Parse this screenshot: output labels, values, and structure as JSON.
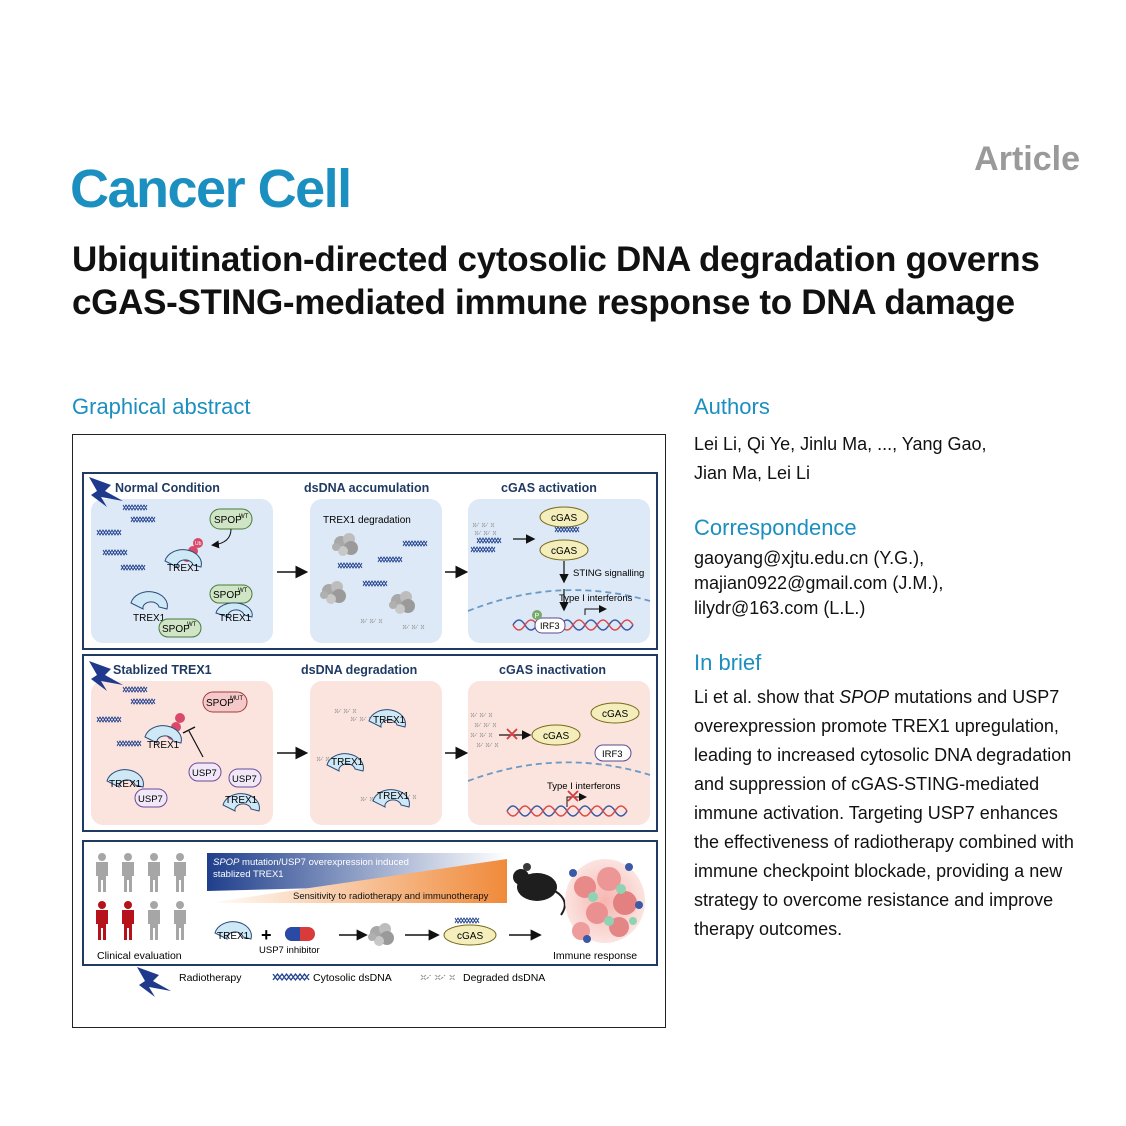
{
  "header": {
    "journal": "Cancer Cell",
    "article_type": "Article"
  },
  "title": "Ubiquitination-directed cytosolic DNA degradation governs cGAS-STING-mediated immune response to DNA damage",
  "sections": {
    "graphical_abstract": "Graphical abstract",
    "authors": "Authors",
    "correspondence": "Correspondence",
    "in_brief": "In brief"
  },
  "authors": {
    "line1": "Lei Li, Qi Ye, Jinlu Ma, ..., Yang Gao,",
    "line2": "Jian Ma, Lei Li"
  },
  "correspondence": [
    "gaoyang@xjtu.edu.cn (Y.G.),",
    "majian0922@gmail.com (J.M.),",
    "lilydr@163.com (L.L.)"
  ],
  "in_brief": {
    "pre": "Li et al. show that ",
    "em": "SPOP",
    "post": " mutations and USP7 overexpression promote TREX1 upregulation, leading to increased cytosolic DNA degradation and suppression of cGAS-STING-mediated immune activation. Targeting USP7 enhances the effectiveness of radiotherapy combined with immune checkpoint blockade, providing a new strategy to overcome resistance and improve therapy outcomes."
  },
  "abstract": {
    "row1": {
      "headers": [
        "Normal Condition",
        "dsDNA accumulation",
        "cGAS activation"
      ],
      "trex1_degradation": "TREX1 degradation",
      "sting": "STING signalling",
      "interferons": "Type I interferons",
      "spop_wt": "SPOP",
      "wt_sup": "WT",
      "trex1": "TREX1",
      "cgas": "cGAS",
      "irf3": "IRF3",
      "p": "P",
      "ub": "Ub"
    },
    "row2": {
      "headers": [
        "Stablized TREX1",
        "dsDNA degradation",
        "cGAS inactivation"
      ],
      "spop_mut": "SPOP",
      "mut_sup": "MUT",
      "usp7": "USP7",
      "trex1": "TREX1",
      "cgas": "cGAS",
      "irf3": "IRF3",
      "interferons": "Type I interferons"
    },
    "row3": {
      "gradient_line1_em": "SPOP",
      "gradient_line1_rest": " mutation/USP7 overexpression induced",
      "gradient_line2": "stablized TREX1",
      "sensitivity": "Sensitivity to radiotherapy and immunotherapy",
      "trex1": "TREX1",
      "plus": "+",
      "inhibitor": "USP7 inhibitor",
      "cgas": "cGAS",
      "clinical": "Clinical evaluation",
      "immune": "Immune response"
    },
    "legend": {
      "radiotherapy": "Radiotherapy",
      "cytosolic": "Cytosolic dsDNA",
      "degraded": "Degraded dsDNA"
    },
    "colors": {
      "navy": "#1f3a63",
      "blue_panel": "#dde9f6",
      "pink_panel": "#fbe4de",
      "trex1": "#cfe8f5",
      "spop_wt": "#cfe5c5",
      "spop_mut": "#f5c9c9",
      "cgas": "#f3eebb",
      "usp7": "#f0e8f7"
    }
  }
}
